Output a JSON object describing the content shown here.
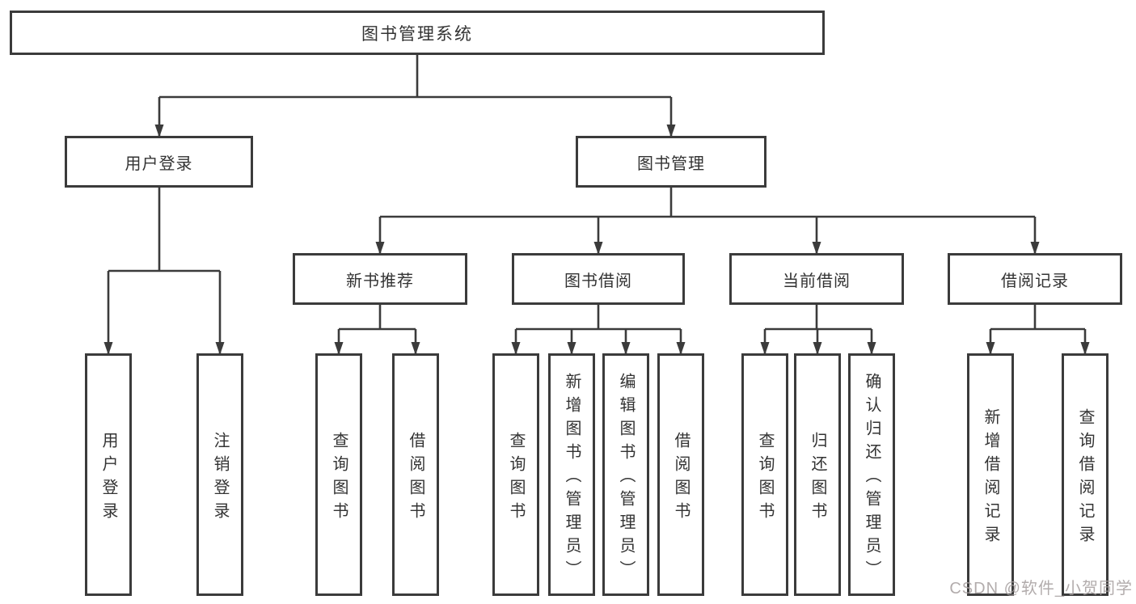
{
  "page": {
    "background": "#ffffff",
    "watermark": {
      "text": "CSDN @软件_小贺同学",
      "color": "#a59e9e"
    }
  },
  "diagram": {
    "type": "hierarchy-tree",
    "line_color": "#3b3b3b",
    "box_border_color": "#3b3b3b",
    "tree": {
      "label": "图书管理系统",
      "children": [
        {
          "label": "用户登录",
          "children": [
            {
              "label": "用户登录"
            },
            {
              "label": "注销登录"
            }
          ]
        },
        {
          "label": "图书管理",
          "children": [
            {
              "label": "新书推荐",
              "children": [
                {
                  "label": "查询图书"
                },
                {
                  "label": "借阅图书"
                }
              ]
            },
            {
              "label": "图书借阅",
              "children": [
                {
                  "label": "查询图书"
                },
                {
                  "label": "新增图书（管理员）"
                },
                {
                  "label": "编辑图书（管理员）"
                },
                {
                  "label": "借阅图书"
                }
              ]
            },
            {
              "label": "当前借阅",
              "children": [
                {
                  "label": "查询图书"
                },
                {
                  "label": "归还图书"
                },
                {
                  "label": "确认归还（管理员）"
                }
              ]
            },
            {
              "label": "借阅记录",
              "children": [
                {
                  "label": "新增借阅记录"
                },
                {
                  "label": "查询借阅记录"
                }
              ]
            }
          ]
        }
      ]
    }
  }
}
